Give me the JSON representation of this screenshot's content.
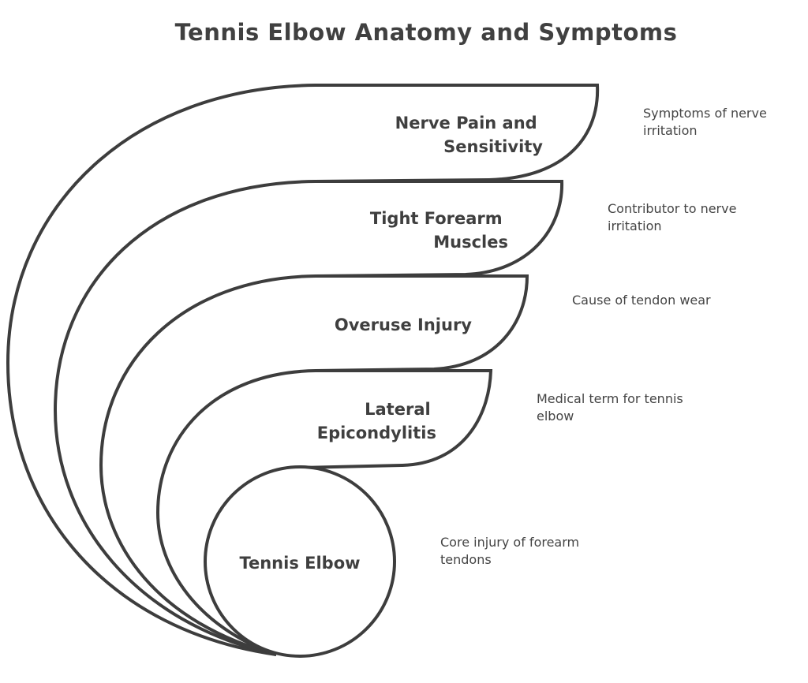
{
  "title": "Tennis Elbow Anatomy and Symptoms",
  "layers": [
    {
      "label_lines": [
        "Nerve Pain and",
        "Sensitivity"
      ],
      "description": "Symptoms of nerve irritation"
    },
    {
      "label_lines": [
        "Tight Forearm",
        "Muscles"
      ],
      "description": "Contributor to nerve irritation"
    },
    {
      "label_lines": [
        "Overuse Injury"
      ],
      "description": "Cause of tendon wear"
    },
    {
      "label_lines": [
        "Lateral",
        "Epicondylitis"
      ],
      "description": "Medical term for tennis elbow"
    },
    {
      "label_lines": [
        "Tennis Elbow"
      ],
      "description": "Core injury of forearm tendons"
    }
  ],
  "colors": {
    "stroke": "#3d3d3d",
    "fill": "#ffffff",
    "text": "#404040"
  }
}
